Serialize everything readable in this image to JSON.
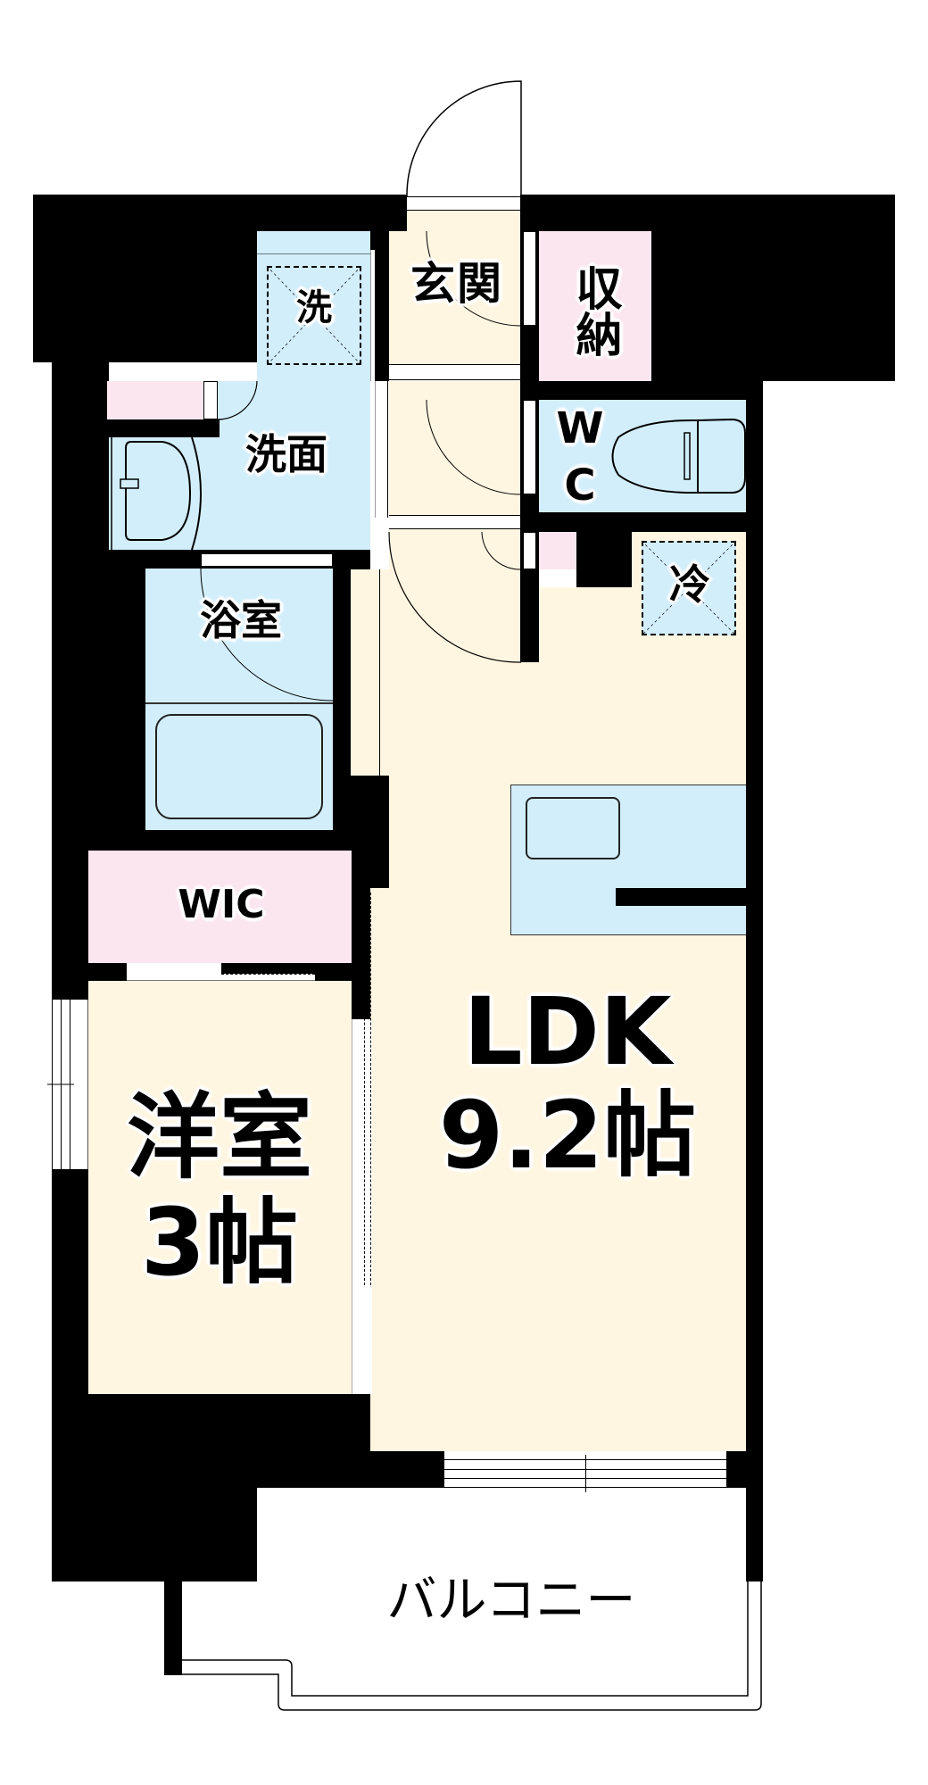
{
  "floorplan": {
    "rooms": {
      "wash_machine": "洗",
      "entrance": "玄関",
      "storage": "収納",
      "washroom": "洗面",
      "wc_w": "W",
      "wc_c": "C",
      "bathroom": "浴室",
      "fridge": "冷",
      "wic": "WIC",
      "western_room": "洋室",
      "western_room_size": "3帖",
      "ldk": "LDK",
      "ldk_size": "9.2帖",
      "balcony": "バルコニー"
    },
    "colors": {
      "wall": "#000000",
      "wet_area": "#d2eefb",
      "floor": "#fff6e1",
      "storage": "#fbe5ee"
    }
  }
}
